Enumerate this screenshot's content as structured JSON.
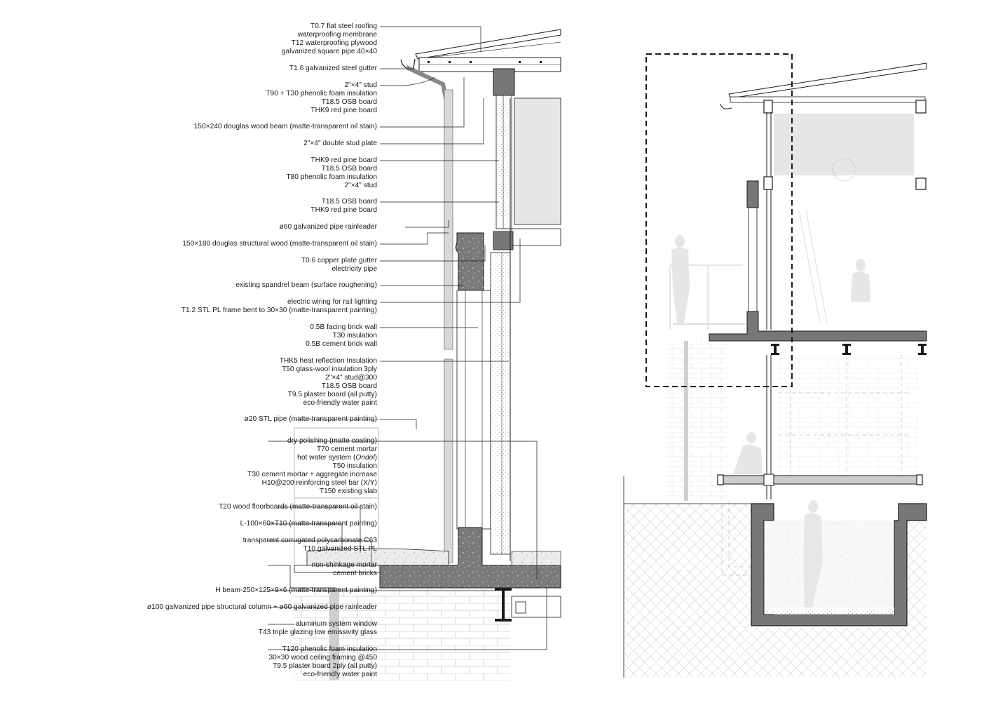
{
  "drawing": {
    "callouts": [
      {
        "lines": [
          "T0.7 flat steel roofing",
          "waterproofing membrane",
          "T12 waterproofing plywood",
          "galvanized square pipe 40×40"
        ]
      },
      {
        "lines": [
          "T1.6 galvanized steel gutter"
        ]
      },
      {
        "lines": [
          "2\"×4\" stud",
          "T90 + T30 phenolic foam insulation",
          "T18.5 OSB board",
          "THK9 red pine board"
        ]
      },
      {
        "lines": [
          "150×240 douglas wood beam (matte-transparent oil stain)"
        ]
      },
      {
        "lines": [
          "2\"×4\" double stud plate"
        ]
      },
      {
        "lines": [
          "THK9 red pine board",
          "T18.5 OSB board",
          "T80 phenolic foam insulation",
          "2\"×4\" stud"
        ]
      },
      {
        "lines": [
          "T18.5 OSB board",
          "THK9 red pine board"
        ]
      },
      {
        "lines": [
          "ø60 galvanized pipe rainleader"
        ]
      },
      {
        "lines": [
          "150×180 douglas structural wood (matte-transparent oil stain)"
        ]
      },
      {
        "lines": [
          "T0.6 copper plate gutter",
          "electricity pipe"
        ]
      },
      {
        "lines": [
          "existing spandrel beam (surface roughening)"
        ]
      },
      {
        "lines": [
          "electric wiring for rail lighting",
          "T1.2 STL PL frame bent to 30×30 (matte-transparent painting)"
        ]
      },
      {
        "lines": [
          "0.5B facing brick wall",
          "T30 insulation",
          "0.5B cement brick wall"
        ]
      },
      {
        "lines": [
          "THK5 heat reflection Insulation",
          "T50 glass-wool insulation 3ply",
          "2\"×4\" stud@300",
          "T18.5 OSB board",
          "T9.5 plaster board (all putty)",
          "eco-friendly water paint"
        ]
      },
      {
        "lines": [
          "ø20 STL pipe (matte-transparent painting)"
        ]
      },
      {
        "lines": [
          "dry polishing (matte coating)",
          "T70 cement mortar",
          "hot water system (Ondol)",
          "T50 insulation",
          "T30 cement mortar + aggregate increase",
          "H10@200 reinforcing steel bar (X/Y)",
          "T150 existing slab"
        ]
      },
      {
        "lines": [
          "T20 wood floorboards (matte-transparent oil stain)"
        ]
      },
      {
        "lines": [
          "L-100×60×T10 (matte-transparent painting)"
        ]
      },
      {
        "lines": [
          "transparent corrugated polycarbonate C63",
          "T10 galvanized STL PL"
        ]
      },
      {
        "lines": [
          "non-shinkage mortar",
          "cement bricks"
        ]
      },
      {
        "lines": [
          "H beam-250×125×9×6 (matte-transparent painting)"
        ]
      },
      {
        "lines": [
          "ø100 galvanized pipe structural column + ø60 galvanized pipe rainleader"
        ]
      },
      {
        "lines": [
          "aluminum system window",
          "T43 triple glazing low emissivity glass"
        ]
      },
      {
        "lines": [
          "T120 phenolic foam insulation",
          "30×30 wood ceiling framing @450",
          "T9.5 plaster board 2ply (all putty)",
          "eco-friendly water paint"
        ]
      }
    ],
    "colors": {
      "ink": "#1a1a1a",
      "concrete": "#777777",
      "concrete_light": "#e2e2e2",
      "glass": "#e6e6e6",
      "faint": "#cfcfcf"
    }
  }
}
